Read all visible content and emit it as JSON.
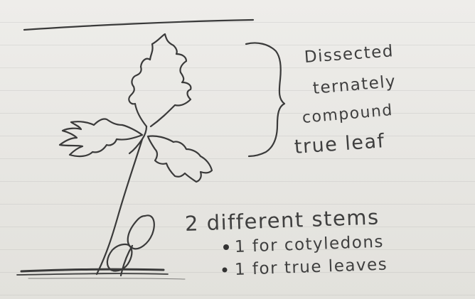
{
  "annotations": {
    "leaf_type_lines": [
      "Dissected",
      "ternately",
      "compound",
      "true leaf"
    ],
    "stems_heading": "2 different stems",
    "stems_bullets": [
      "1 for cotyledons",
      "1 for true leaves"
    ]
  },
  "colors": {
    "pencil": "#3f3f3f",
    "paper": "#e9e8e5"
  }
}
